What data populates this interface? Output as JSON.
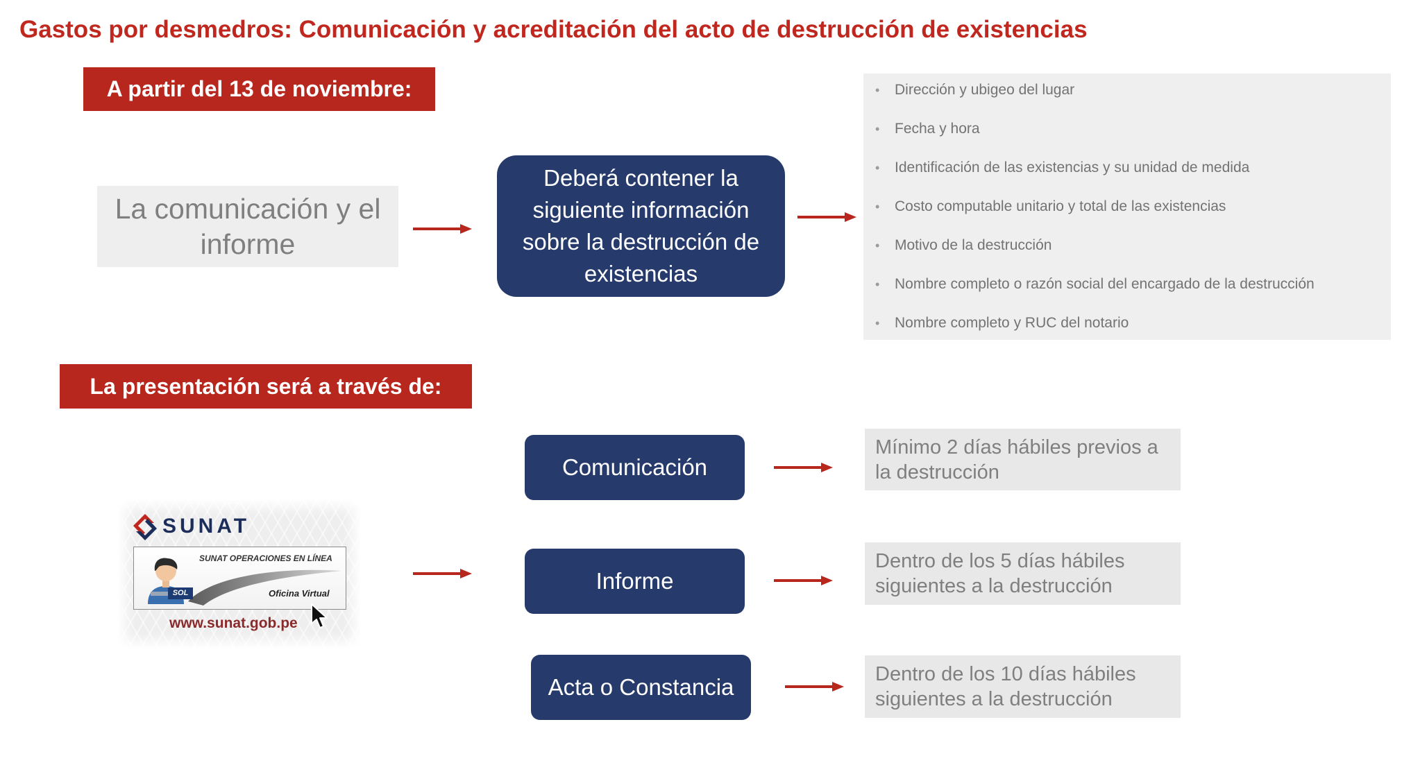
{
  "title": "Gastos por desmedros: Comunicación y acreditación del acto de destrucción de existencias",
  "colors": {
    "accent_red": "#b8271d",
    "title_red": "#c0281f",
    "navy": "#263b6c",
    "panel_gray": "#efefef",
    "text_gray": "#7f7f7f"
  },
  "icons": {
    "flow_arrow": "arrow-right-icon",
    "logo_mark": "sunat-logo-icon",
    "user": "user-icon",
    "pointer": "cursor-icon"
  },
  "requirements": {
    "banner": "A partir del 13 de noviembre:",
    "subject": "La comunicación y el informe",
    "content_box": "Deberá contener la siguiente información sobre la destrucción de existencias",
    "items": [
      "Dirección y ubigeo del lugar",
      "Fecha y hora",
      "Identificación de las existencias y su unidad de medida",
      "Costo computable unitario y total de las existencias",
      "Motivo de la destrucción",
      "Nombre completo o razón social del encargado de la destrucción",
      "Nombre completo y RUC del notario"
    ]
  },
  "submission": {
    "banner": "La presentación será a través de:",
    "logo": {
      "brand": "SUNAT",
      "tagline": "SUNAT OPERACIONES EN LÍNEA",
      "badge": "SOL",
      "caption": "Oficina Virtual",
      "url": "www.sunat.gob.pe"
    },
    "steps": [
      {
        "label": "Comunicación",
        "deadline": "Mínimo 2 días hábiles previos a la destrucción"
      },
      {
        "label": "Informe",
        "deadline": "Dentro de los 5 días hábiles siguientes a la destrucción"
      },
      {
        "label": "Acta o Constancia",
        "deadline": "Dentro de los 10 días hábiles siguientes a la destrucción"
      }
    ]
  }
}
